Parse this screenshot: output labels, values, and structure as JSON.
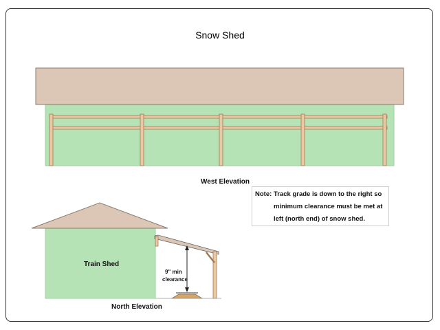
{
  "title": "Snow Shed",
  "west_elevation": {
    "caption": "West Elevation"
  },
  "north_elevation": {
    "caption": "North Elevation",
    "shed_label": "Train Shed",
    "clearance_label_1": "9\" min",
    "clearance_label_2": "clearance"
  },
  "note": {
    "label": "Note:",
    "lines": [
      "Track grade is down to the right so",
      "minimum clearance must be met at",
      "left (north end) of snow shed."
    ]
  },
  "colors": {
    "roof": "#dcc7b6",
    "wall": "#b5e3b5",
    "timber": "#e8c9a3",
    "outline": "#555555"
  }
}
